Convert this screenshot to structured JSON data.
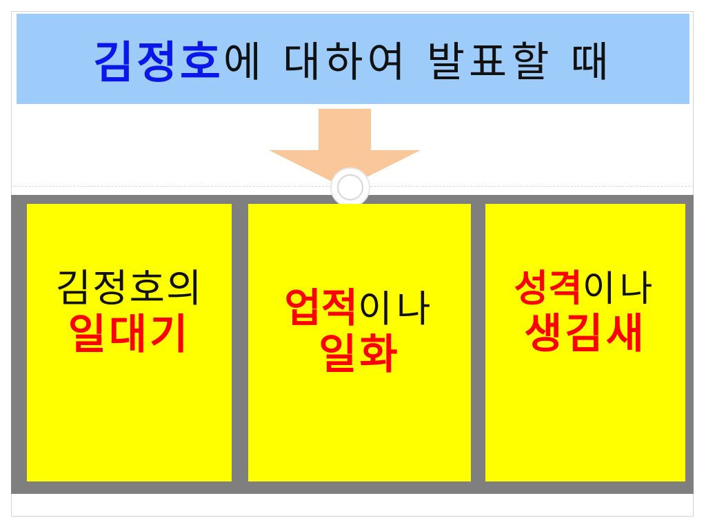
{
  "title": {
    "highlight": "김정호",
    "rest": "에 대하여 발표할 때"
  },
  "boxes": [
    {
      "line1_black": "김정호의",
      "line2_red": "일대기"
    },
    {
      "line1_red": "업적",
      "line1_black": "이나",
      "line2_red": "일화"
    },
    {
      "line1_red": "성격",
      "line1_black": "이나",
      "line2_red": "생김새"
    }
  ],
  "colors": {
    "title_background": "#9dccfa",
    "title_highlight": "#0b16e8",
    "arrow": "#fac79b",
    "panel": "#7f7f7f",
    "box": "#ffff00",
    "emphasis": "#ff0000"
  },
  "icons": {
    "arrow": "down-arrow-icon",
    "connector": "circle-connector-icon"
  }
}
